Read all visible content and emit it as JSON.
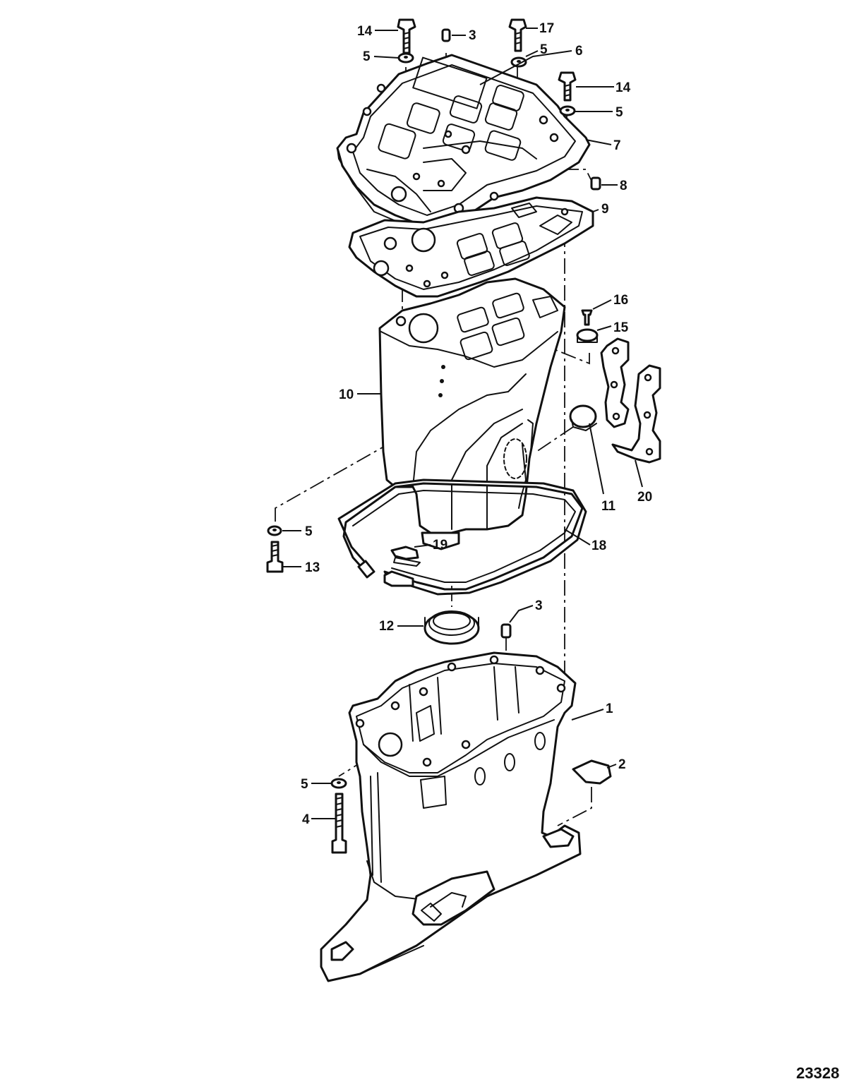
{
  "figure_number": "23328",
  "callouts": [
    {
      "id": "c14a",
      "label": "14"
    },
    {
      "id": "c3a",
      "label": "3"
    },
    {
      "id": "c17",
      "label": "17"
    },
    {
      "id": "c5a",
      "label": "5"
    },
    {
      "id": "c5b",
      "label": "5"
    },
    {
      "id": "c6",
      "label": "6"
    },
    {
      "id": "c14b",
      "label": "14"
    },
    {
      "id": "c5c",
      "label": "5"
    },
    {
      "id": "c7",
      "label": "7"
    },
    {
      "id": "c8",
      "label": "8"
    },
    {
      "id": "c9",
      "label": "9"
    },
    {
      "id": "c16",
      "label": "16"
    },
    {
      "id": "c15",
      "label": "15"
    },
    {
      "id": "c10",
      "label": "10"
    },
    {
      "id": "c11",
      "label": "11"
    },
    {
      "id": "c20",
      "label": "20"
    },
    {
      "id": "c5d",
      "label": "5"
    },
    {
      "id": "c13",
      "label": "13"
    },
    {
      "id": "c19",
      "label": "19"
    },
    {
      "id": "c18",
      "label": "18"
    },
    {
      "id": "c3b",
      "label": "3"
    },
    {
      "id": "c12",
      "label": "12"
    },
    {
      "id": "c1",
      "label": "1"
    },
    {
      "id": "c2",
      "label": "2"
    },
    {
      "id": "c5e",
      "label": "5"
    },
    {
      "id": "c4",
      "label": "4"
    }
  ]
}
